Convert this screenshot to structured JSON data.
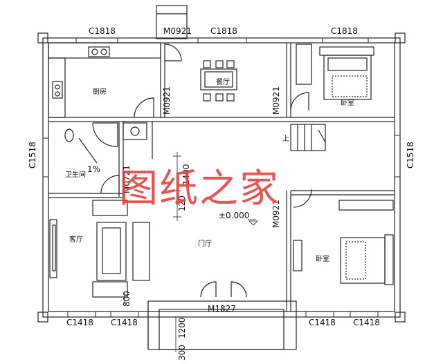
{
  "watermark": "图纸之家",
  "rooms": {
    "kitchen": "厨房",
    "dining": "餐厅",
    "bedroom_ne": "卧室",
    "bedroom_se": "卧室",
    "bathroom": "卫生间",
    "living": "客厅",
    "hall": "门厅"
  },
  "labels": {
    "top_window_left": "C1818",
    "top_window_mid": "C1818",
    "top_window_right": "C1818",
    "top_door": "M0921",
    "door_mid_left": "M0921",
    "door_mid_right": "M0921",
    "door_low_left": "M0721",
    "door_low_right": "M0921",
    "side_window_left": "C1518",
    "side_window_right": "C1518",
    "bottom_win_1": "C1418",
    "bottom_win_2": "C1418",
    "bottom_win_3": "C1418",
    "bottom_win_4": "C1418",
    "main_door": "M1827",
    "elevation": "±0.000",
    "slope": "1%",
    "stair_up": "上",
    "dim_1400": "1400",
    "dim_120": "120",
    "dim_1200": "1200",
    "dim_300": "300",
    "dim_800": "800"
  }
}
